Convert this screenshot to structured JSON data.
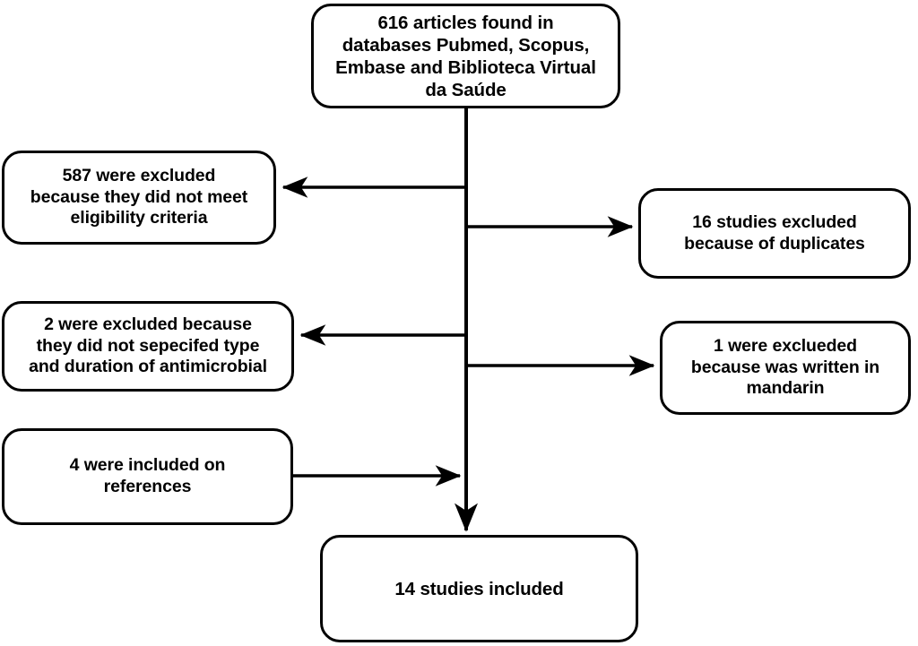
{
  "diagram": {
    "type": "prisma-flow-diagram",
    "title": "Study selection flow diagram",
    "stroke_color": "#000000",
    "fill_color": "#ffffff",
    "nodes": [
      {
        "id": "source",
        "name": "records-identified",
        "text": "616 articles found in\ndatabases Pubmed, Scopus,\nEmbase and Biblioteca Virtual\nda Saúde",
        "count": 616
      },
      {
        "id": "excl-elig",
        "name": "excluded-eligibility",
        "text": "587 were excluded\nbecause they did not meet\neligibility criteria",
        "count": 587
      },
      {
        "id": "excl-dup",
        "name": "excluded-duplicates",
        "text": "16 studies excluded\nbecause of duplicates",
        "count": 16
      },
      {
        "id": "excl-spec",
        "name": "excluded-unspecified-antimicrobial",
        "text": "2 were excluded because\nthey did not sepecifed  type\nand duration of antimicrobial",
        "count": 2
      },
      {
        "id": "excl-lang",
        "name": "excluded-language-mandarin",
        "text": "1 were exclueded\nbecause was written in\nmandarin",
        "count": 1
      },
      {
        "id": "incl-ref",
        "name": "included-from-references",
        "text": "4 were included on\nreferences",
        "count": 4
      },
      {
        "id": "included",
        "name": "studies-included",
        "text": "14 studies included",
        "count": 14
      }
    ],
    "edges": [
      {
        "id": "trunk",
        "name": "main-trunk-line",
        "from": "source",
        "to": "included",
        "direction": "down",
        "arrowhead": true
      },
      {
        "id": "to-excl-elig",
        "name": "arrow-to-excluded-eligibility",
        "from": "trunk",
        "to": "excl-elig",
        "direction": "left",
        "arrowhead": true
      },
      {
        "id": "to-excl-dup",
        "name": "arrow-to-excluded-duplicates",
        "from": "trunk",
        "to": "excl-dup",
        "direction": "right",
        "arrowhead": true
      },
      {
        "id": "to-excl-spec",
        "name": "arrow-to-excluded-unspecified",
        "from": "trunk",
        "to": "excl-spec",
        "direction": "left",
        "arrowhead": true
      },
      {
        "id": "to-excl-lang",
        "name": "arrow-to-excluded-mandarin",
        "from": "trunk",
        "to": "excl-lang",
        "direction": "right",
        "arrowhead": true
      },
      {
        "id": "from-incl-ref",
        "name": "arrow-from-references",
        "from": "incl-ref",
        "to": "trunk",
        "direction": "right",
        "arrowhead": true
      }
    ]
  }
}
